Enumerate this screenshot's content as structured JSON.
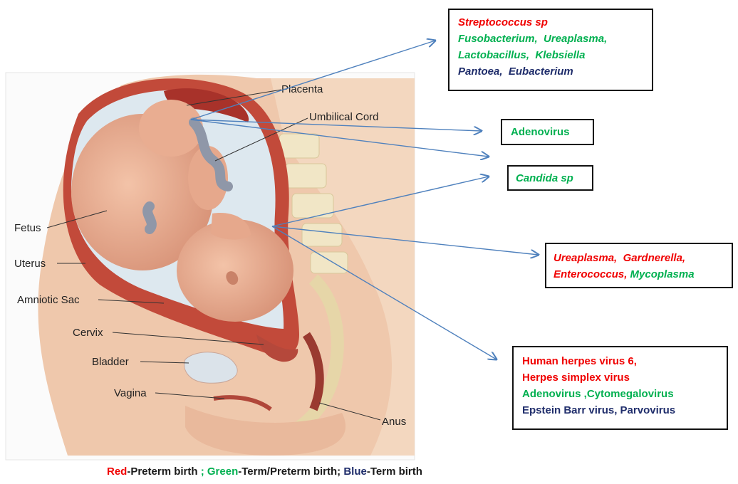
{
  "anatomy_labels": {
    "placenta": "Placenta",
    "umbilical_cord": "Umbilical Cord",
    "fetus": "Fetus",
    "uterus": "Uterus",
    "amniotic_sac": "Amniotic Sac",
    "cervix": "Cervix",
    "bladder": "Bladder",
    "vagina": "Vagina",
    "anus": "Anus"
  },
  "boxes": {
    "top": {
      "l1": "Streptococcus sp",
      "l2a": "Fusobacterium,",
      "l2b": "Ureaplasma,",
      "l3a": "Lactobacillus,",
      "l3b": "Klebsiella",
      "l4a": "Pantoea,",
      "l4b": "Eubacterium"
    },
    "adeno": {
      "l1": "Adenovirus"
    },
    "candida": {
      "l1": "Candida sp"
    },
    "urea": {
      "l1a": "Ureaplasma,",
      "l1b": "Gardnerella,",
      "l2a": "Enterococcus,",
      "l2b": "Mycoplasma"
    },
    "herpes": {
      "l1": "Human herpes virus 6,",
      "l2": "Herpes simplex virus",
      "l3": "Adenovirus ,Cytomegalovirus",
      "l4": "Epstein Barr virus, Parvovirus"
    }
  },
  "legend": {
    "red_word": "Red",
    "red_desc": "-Preterm birth ",
    "sep1": "; ",
    "green_word": "Green",
    "green_desc": "-Term/Preterm birth; ",
    "blue_word": "Blue",
    "blue_desc": "-Term birth"
  },
  "colors": {
    "preterm": "#f00000",
    "term_preterm": "#00b050",
    "term": "#1f2d6b",
    "arrow": "#4f81bd",
    "skin": "#e8b596",
    "uterus_wall": "#c24a3a",
    "amniotic_fluid": "#dde8ef"
  }
}
